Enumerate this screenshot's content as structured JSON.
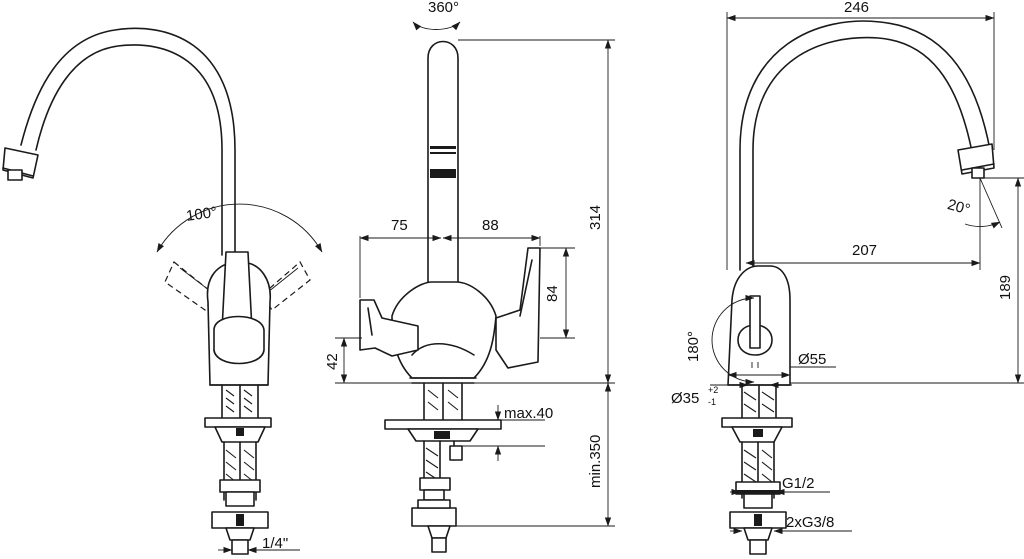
{
  "dimensions": {
    "side_left": {
      "swivel_angle": "100°",
      "connection": "1/4\""
    },
    "front": {
      "rotation": "360°",
      "left_offset": "75",
      "right_offset": "88",
      "lever_height": "84",
      "base_height": "42",
      "total_height": "314",
      "max_deck": "max.40",
      "min_length": "min.350"
    },
    "side_right": {
      "total_width": "246",
      "spout_angle": "20°",
      "reach": "207",
      "height": "189",
      "lever_rotation": "180°",
      "body_diameter": "Ø55",
      "hole_diameter": "Ø35",
      "tol_plus": "+2",
      "tol_minus": "-1",
      "thread": "G1/2",
      "hoses": "2xG3/8"
    }
  }
}
